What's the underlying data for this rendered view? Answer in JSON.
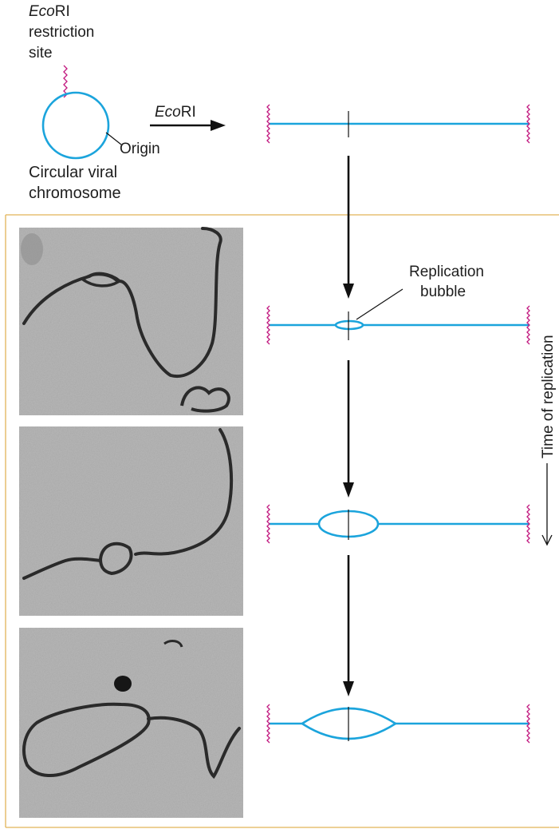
{
  "labels": {
    "ecori_site_1": "Eco",
    "ecori_site_2": "RI",
    "restriction": "restriction",
    "site": "site",
    "origin": "Origin",
    "circular_1": "Circular viral",
    "circular_2": "chromosome",
    "enzyme_1": "Eco",
    "enzyme_2": "RI",
    "replication": "Replication",
    "bubble": "bubble",
    "time_axis": "Time of replication"
  },
  "colors": {
    "dna": "#1ba4dc",
    "restriction_end": "#c2187f",
    "frame": "#e2b457",
    "micrograph_bg": "#b9b9b9",
    "micrograph_strand": "#2a2a2a"
  },
  "stages": [
    {
      "stage": "linearized",
      "bubble_fraction": 0
    },
    {
      "stage": "early",
      "bubble_fraction": 0.06
    },
    {
      "stage": "middle",
      "bubble_fraction": 0.23
    },
    {
      "stage": "late",
      "bubble_fraction": 0.37
    }
  ]
}
